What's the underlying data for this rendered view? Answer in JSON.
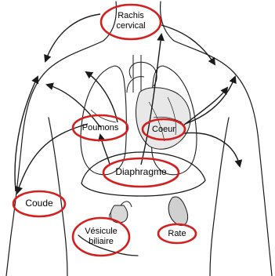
{
  "colors": {
    "label_ring": "#d21f1f",
    "ink": "#1a1a1a",
    "background": "#ffffff"
  },
  "labels": {
    "rachis_line1": "Rachis",
    "rachis_line2": "cervical",
    "poumons": "Poumons",
    "coeur": "Coeur",
    "diaphragme": "Diaphragme",
    "coude": "Coude",
    "vesicule_line1": "Vésicule",
    "vesicule_line2": "biliaire",
    "rate": "Rate"
  }
}
